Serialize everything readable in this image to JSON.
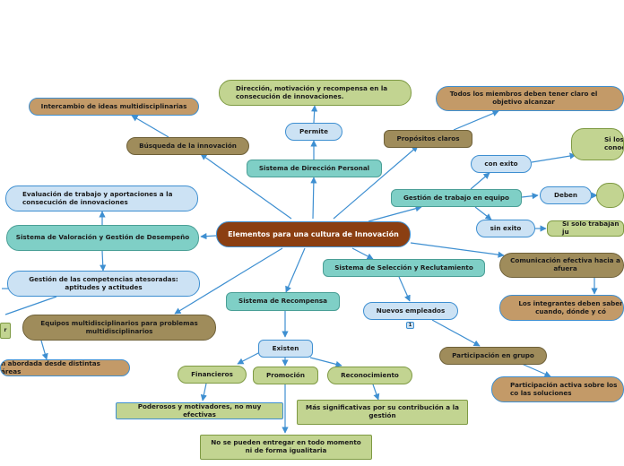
{
  "colors": {
    "connector": "#3e8fd1",
    "root": "#8b3f12",
    "teal": "#7fcfc6",
    "light_blue": "#cce2f4",
    "olive": "#9f8c5b",
    "tan": "#c39a68",
    "green": "#c2d491"
  },
  "nodes": {
    "root": "Elementos para una cultura de Innovación",
    "sistema_direccion": "Sistema de Dirección Personal",
    "permite": "Permite",
    "direccion_motivacion": "Dirección, motivación y recompensa en la consecución de innovaciones.",
    "busqueda_innovacion": "Búsqueda de la innovación",
    "intercambio_ideas": "Intercambio de ideas multidisciplinarias",
    "propositos_claros": "Propósitos claros",
    "todos_miembros": "Todos los miembros deben tener claro el objetivo alcanzar",
    "gestion_trabajo": "Gestión de trabajo en equipo",
    "con_exito": "con exito",
    "si_los": "Si los conocimie",
    "deben": "Deben",
    "sin_exito": "sin exito",
    "si_solo": "Si solo trabajan ju",
    "sistema_valoracion": "Sistema de Valoración y Gestión de Desempeño",
    "evaluacion_trabajo": "Evaluación de trabajo y aportaciones a la consecución de innovaciones",
    "gestion_competencias": "Gestión de las competencias atesoradas: aptitudes y actitudes",
    "equipos_multi": "Equipos multidisciplinarios para problemas multidisciplinarios",
    "left_edge_r": "r",
    "abordada": "n abordada desde distintas áreas",
    "sistema_seleccion": "Sistema de Selección y Reclutamiento",
    "comunicacion": "Comunicación efectiva hacia a afuera",
    "integrantes": "Los integrantes deben saber cuando, dónde y có",
    "nuevos_empleados": "Nuevos empleados",
    "small_marker": "1",
    "participacion_grupo": "Participación en grupo",
    "participacion_activa": "Participación activa sobre los co las soluciones",
    "sistema_recompensa": "Sistema de Recompensa",
    "existen": "Existen",
    "financieros": "Financieros",
    "promocion": "Promoción",
    "reconocimiento": "Reconocimiento",
    "poderosos": "Poderosos y motivadores, no muy efectivas",
    "mas_significativas": "Más significativas por su contribución a la gestión",
    "no_pueden": "No se pueden entregar en todo momento ni de forma igualitaria"
  }
}
